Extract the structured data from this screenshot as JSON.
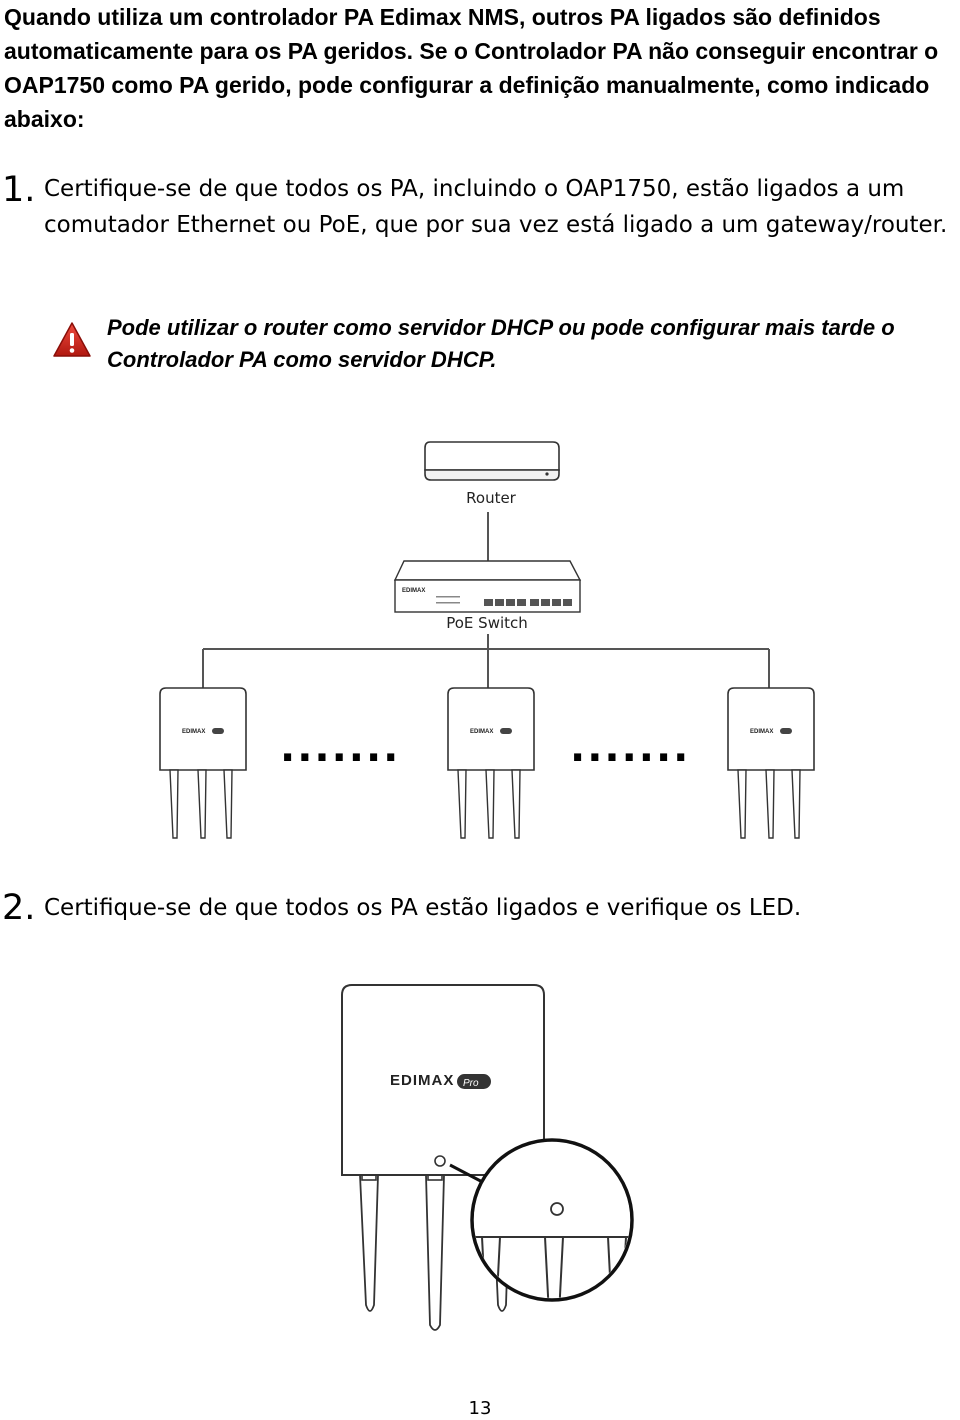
{
  "intro": "Quando utiliza um controlador PA Edimax NMS, outros PA ligados são definidos automaticamente para os PA geridos. Se o Controlador PA não conseguir encontrar o OAP1750 como PA gerido, pode configurar a definição manualmente, como indicado abaixo:",
  "step1": {
    "number": "1.",
    "text": "Certifique-se de que todos os PA, incluindo o OAP1750, estão ligados a um comutador Ethernet ou PoE, que por sua vez está ligado a um gateway/router."
  },
  "note": {
    "icon": "warning-icon",
    "text": "Pode utilizar o router como servidor DHCP ou pode configurar mais tarde o Controlador PA como servidor DHCP."
  },
  "diagram": {
    "router_label": "Router",
    "switch_label": "PoE Switch",
    "ap_brand": "EDIMAX",
    "ap_sub": "Pro",
    "ellipsis": "......."
  },
  "step2": {
    "number": "2.",
    "text": "Certifique-se de que todos os PA estão ligados e verifique os LED."
  },
  "page_number": "13"
}
